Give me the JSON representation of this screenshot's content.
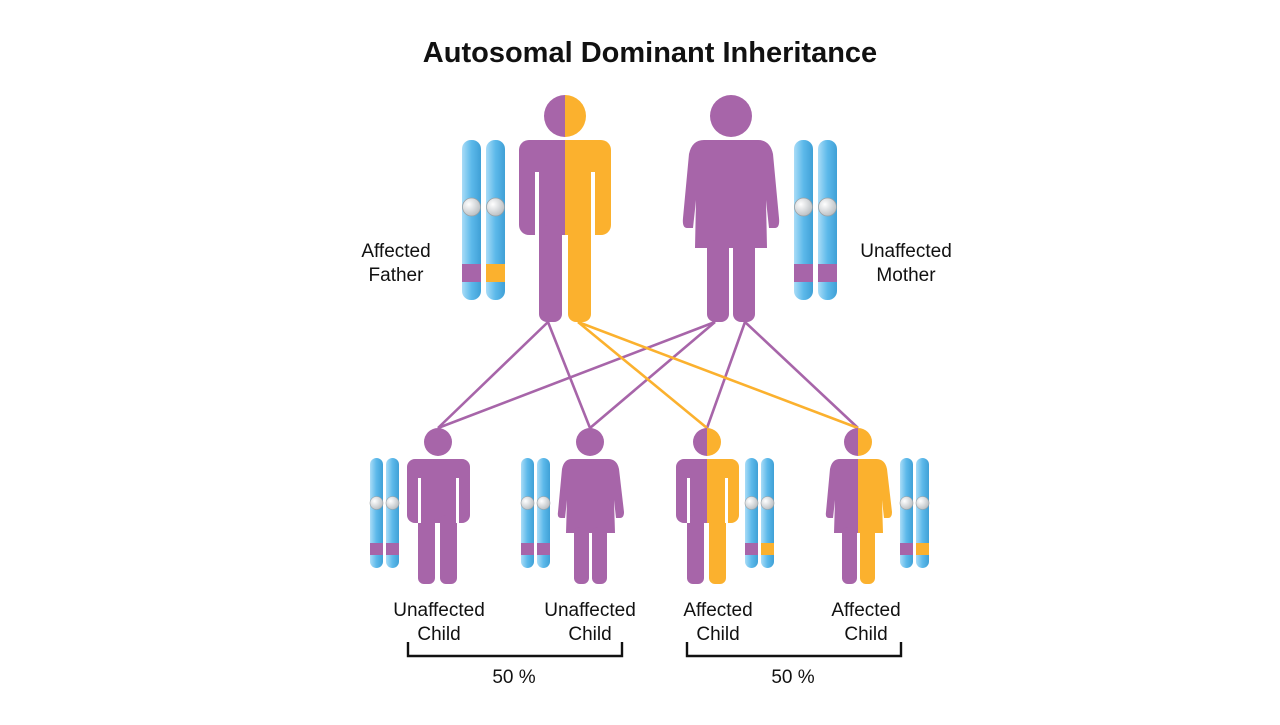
{
  "title": "Autosomal Dominant Inheritance",
  "colors": {
    "normal_allele": "#a765a9",
    "affected_allele": "#fbb12e",
    "chromosome": "#5cb9ea",
    "centromere": "#cfd3d6",
    "bracket": "#111111"
  },
  "parents": {
    "father": {
      "label_line1": "Affected",
      "label_line2": "Father",
      "alleles": [
        "normal",
        "affected"
      ]
    },
    "mother": {
      "label_line1": "Unaffected",
      "label_line2": "Mother",
      "alleles": [
        "normal",
        "normal"
      ]
    }
  },
  "children": [
    {
      "label_line1": "Unaffected",
      "label_line2": "Child",
      "sex": "male",
      "alleles": [
        "normal",
        "normal"
      ]
    },
    {
      "label_line1": "Unaffected",
      "label_line2": "Child",
      "sex": "female",
      "alleles": [
        "normal",
        "normal"
      ]
    },
    {
      "label_line1": "Affected",
      "label_line2": "Child",
      "sex": "male",
      "alleles": [
        "normal",
        "affected"
      ]
    },
    {
      "label_line1": "Affected",
      "label_line2": "Child",
      "sex": "female",
      "alleles": [
        "normal",
        "affected"
      ]
    }
  ],
  "groups": [
    {
      "label": "50 %"
    },
    {
      "label": "50 %"
    }
  ]
}
